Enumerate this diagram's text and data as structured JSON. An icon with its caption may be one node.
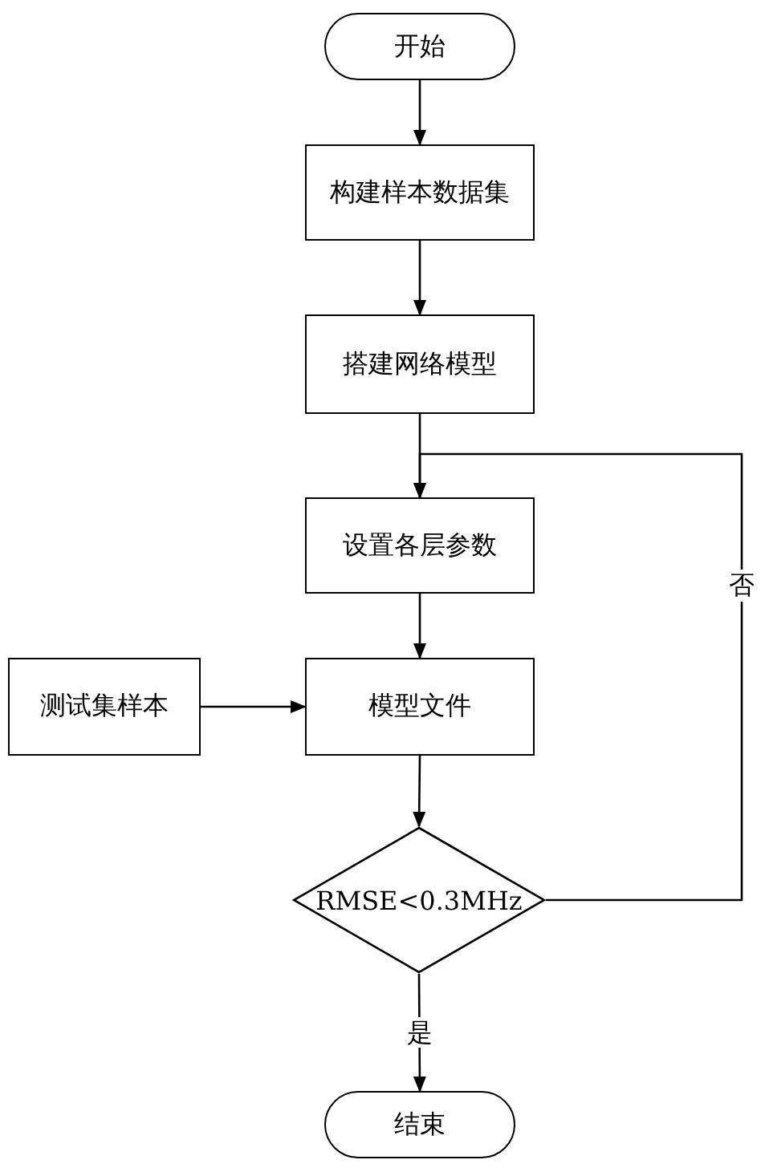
{
  "diagram": {
    "nodes": [
      {
        "text": [
          "开始"
        ]
      },
      {
        "text": [
          "构建样本数据集"
        ]
      },
      {
        "text": [
          "搭建网络模型"
        ]
      },
      {
        "text": [
          "设置各层参数"
        ]
      },
      {
        "text": [
          "测试集样本"
        ]
      },
      {
        "text": [
          "模型文件"
        ]
      },
      {
        "text": [
          "RMSE<0.3MHz"
        ]
      },
      {
        "text": [
          "结束"
        ]
      }
    ],
    "edges": [
      {
        "from": 0,
        "to": 1,
        "arrow": "to"
      },
      {
        "from": 1,
        "to": 2,
        "arrow": "to"
      },
      {
        "from": 2,
        "to": 3,
        "arrow": "to"
      },
      {
        "from": 3,
        "to": 5,
        "arrow": "to"
      },
      {
        "from": 4,
        "to": 5,
        "arrow": "to"
      },
      {
        "from": 5,
        "to": 6,
        "arrow": "to"
      },
      {
        "from": 6,
        "to": 3,
        "arrow": "to",
        "label": "否"
      },
      {
        "from": 6,
        "to": 7,
        "arrow": "to",
        "label": "是"
      }
    ]
  }
}
